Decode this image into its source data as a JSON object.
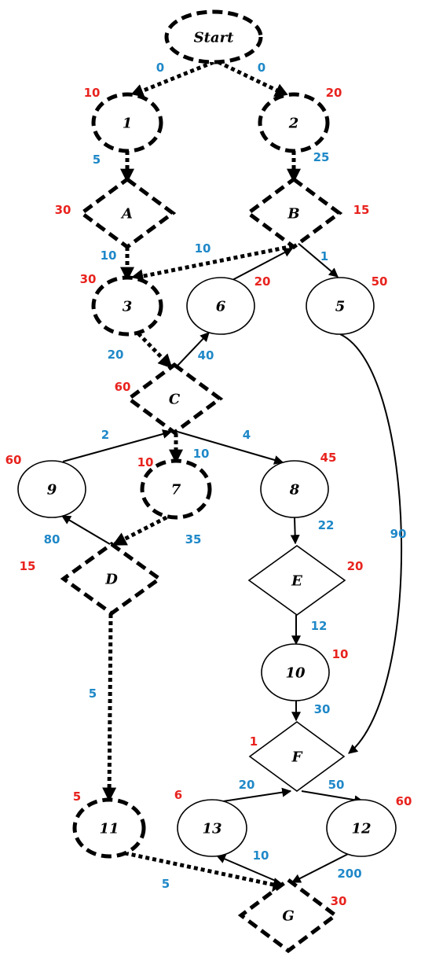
{
  "colors": {
    "node_weight": "#e8231e",
    "edge_weight": "#1f88c8",
    "stroke": "#000000"
  },
  "nodes": [
    {
      "id": "start",
      "label": "Start",
      "shape": "ellipse",
      "critical": true,
      "weight": ""
    },
    {
      "id": "n1",
      "label": "1",
      "shape": "ellipse",
      "critical": true,
      "weight": "10"
    },
    {
      "id": "n2",
      "label": "2",
      "shape": "ellipse",
      "critical": true,
      "weight": "20"
    },
    {
      "id": "A",
      "label": "A",
      "shape": "diamond",
      "critical": true,
      "weight": "30"
    },
    {
      "id": "B",
      "label": "B",
      "shape": "diamond",
      "critical": true,
      "weight": "15"
    },
    {
      "id": "n3",
      "label": "3",
      "shape": "ellipse",
      "critical": true,
      "weight": "30"
    },
    {
      "id": "n6",
      "label": "6",
      "shape": "ellipse",
      "critical": false,
      "weight": "20"
    },
    {
      "id": "n5",
      "label": "5",
      "shape": "ellipse",
      "critical": false,
      "weight": "50"
    },
    {
      "id": "C",
      "label": "C",
      "shape": "diamond",
      "critical": true,
      "weight": "60"
    },
    {
      "id": "n9",
      "label": "9",
      "shape": "ellipse",
      "critical": false,
      "weight": "60"
    },
    {
      "id": "n7",
      "label": "7",
      "shape": "ellipse",
      "critical": true,
      "weight": "10"
    },
    {
      "id": "n8",
      "label": "8",
      "shape": "ellipse",
      "critical": false,
      "weight": "45"
    },
    {
      "id": "D",
      "label": "D",
      "shape": "diamond",
      "critical": true,
      "weight": "15"
    },
    {
      "id": "E",
      "label": "E",
      "shape": "diamond",
      "critical": false,
      "weight": "20"
    },
    {
      "id": "n10",
      "label": "10",
      "shape": "ellipse",
      "critical": false,
      "weight": "10"
    },
    {
      "id": "F",
      "label": "F",
      "shape": "diamond",
      "critical": false,
      "weight": "1"
    },
    {
      "id": "n11",
      "label": "11",
      "shape": "ellipse",
      "critical": true,
      "weight": "5"
    },
    {
      "id": "n13",
      "label": "13",
      "shape": "ellipse",
      "critical": false,
      "weight": "6"
    },
    {
      "id": "n12",
      "label": "12",
      "shape": "ellipse",
      "critical": false,
      "weight": "60"
    },
    {
      "id": "G",
      "label": "G",
      "shape": "diamond",
      "critical": true,
      "weight": "30"
    }
  ],
  "edges": [
    {
      "from": "start",
      "to": "n1",
      "weight": "0",
      "critical": true
    },
    {
      "from": "start",
      "to": "n2",
      "weight": "0",
      "critical": true
    },
    {
      "from": "n1",
      "to": "A",
      "weight": "5",
      "critical": true
    },
    {
      "from": "n2",
      "to": "B",
      "weight": "25",
      "critical": true
    },
    {
      "from": "A",
      "to": "n3",
      "weight": "10",
      "critical": true
    },
    {
      "from": "B",
      "to": "n3",
      "weight": "10",
      "critical": true
    },
    {
      "from": "B",
      "to": "n5",
      "weight": "1",
      "critical": false
    },
    {
      "from": "n6",
      "to": "B",
      "weight": "",
      "critical": false
    },
    {
      "from": "n3",
      "to": "C",
      "weight": "20",
      "critical": true
    },
    {
      "from": "C",
      "to": "n6",
      "weight": "40",
      "critical": false
    },
    {
      "from": "n9",
      "to": "C",
      "weight": "2",
      "critical": false
    },
    {
      "from": "C",
      "to": "n7",
      "weight": "10",
      "critical": true
    },
    {
      "from": "C",
      "to": "n8",
      "weight": "4",
      "critical": false
    },
    {
      "from": "n7",
      "to": "D",
      "weight": "35",
      "critical": true
    },
    {
      "from": "D",
      "to": "n9",
      "weight": "80",
      "critical": false
    },
    {
      "from": "n8",
      "to": "E",
      "weight": "22",
      "critical": false
    },
    {
      "from": "E",
      "to": "n10",
      "weight": "12",
      "critical": false
    },
    {
      "from": "n10",
      "to": "F",
      "weight": "30",
      "critical": false
    },
    {
      "from": "n5",
      "to": "F",
      "weight": "90",
      "critical": false
    },
    {
      "from": "D",
      "to": "n11",
      "weight": "5",
      "critical": true
    },
    {
      "from": "n13",
      "to": "F",
      "weight": "20",
      "critical": false
    },
    {
      "from": "F",
      "to": "n12",
      "weight": "50",
      "critical": false
    },
    {
      "from": "n11",
      "to": "G",
      "weight": "5",
      "critical": true
    },
    {
      "from": "G",
      "to": "n13",
      "weight": "10",
      "critical": false
    },
    {
      "from": "n12",
      "to": "G",
      "weight": "200",
      "critical": false
    }
  ]
}
